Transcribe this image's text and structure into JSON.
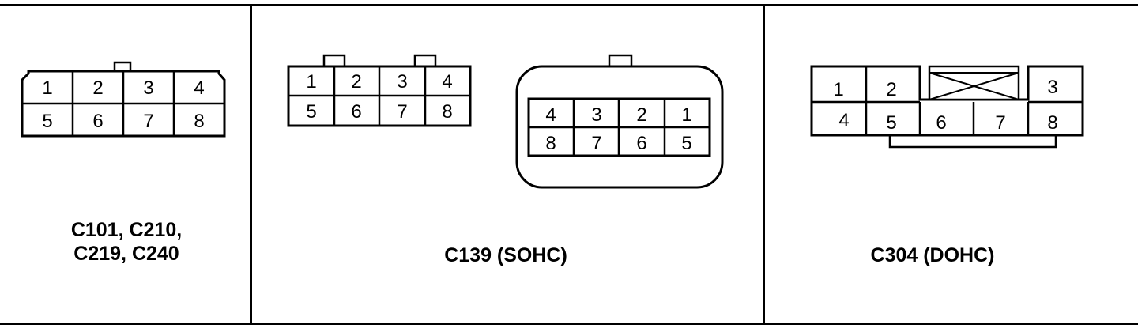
{
  "panels": [
    {
      "id": "left",
      "label_lines": [
        "C101, C210,",
        "C219, C240"
      ],
      "pins_top": [
        "1",
        "2",
        "3",
        "4"
      ],
      "pins_bottom": [
        "5",
        "6",
        "7",
        "8"
      ]
    },
    {
      "id": "middle",
      "label_lines": [
        "C139 (SOHC)"
      ],
      "connector_a": {
        "pins_top": [
          "1",
          "2",
          "3",
          "4"
        ],
        "pins_bottom": [
          "5",
          "6",
          "7",
          "8"
        ]
      },
      "connector_b": {
        "pins_top": [
          "4",
          "3",
          "2",
          "1"
        ],
        "pins_bottom": [
          "8",
          "7",
          "6",
          "5"
        ]
      }
    },
    {
      "id": "right",
      "label_lines": [
        "C304 (DOHC)"
      ],
      "pins_top": [
        "1",
        "2",
        "3"
      ],
      "pins_bottom": [
        "4",
        "5",
        "6",
        "7",
        "8"
      ]
    }
  ]
}
